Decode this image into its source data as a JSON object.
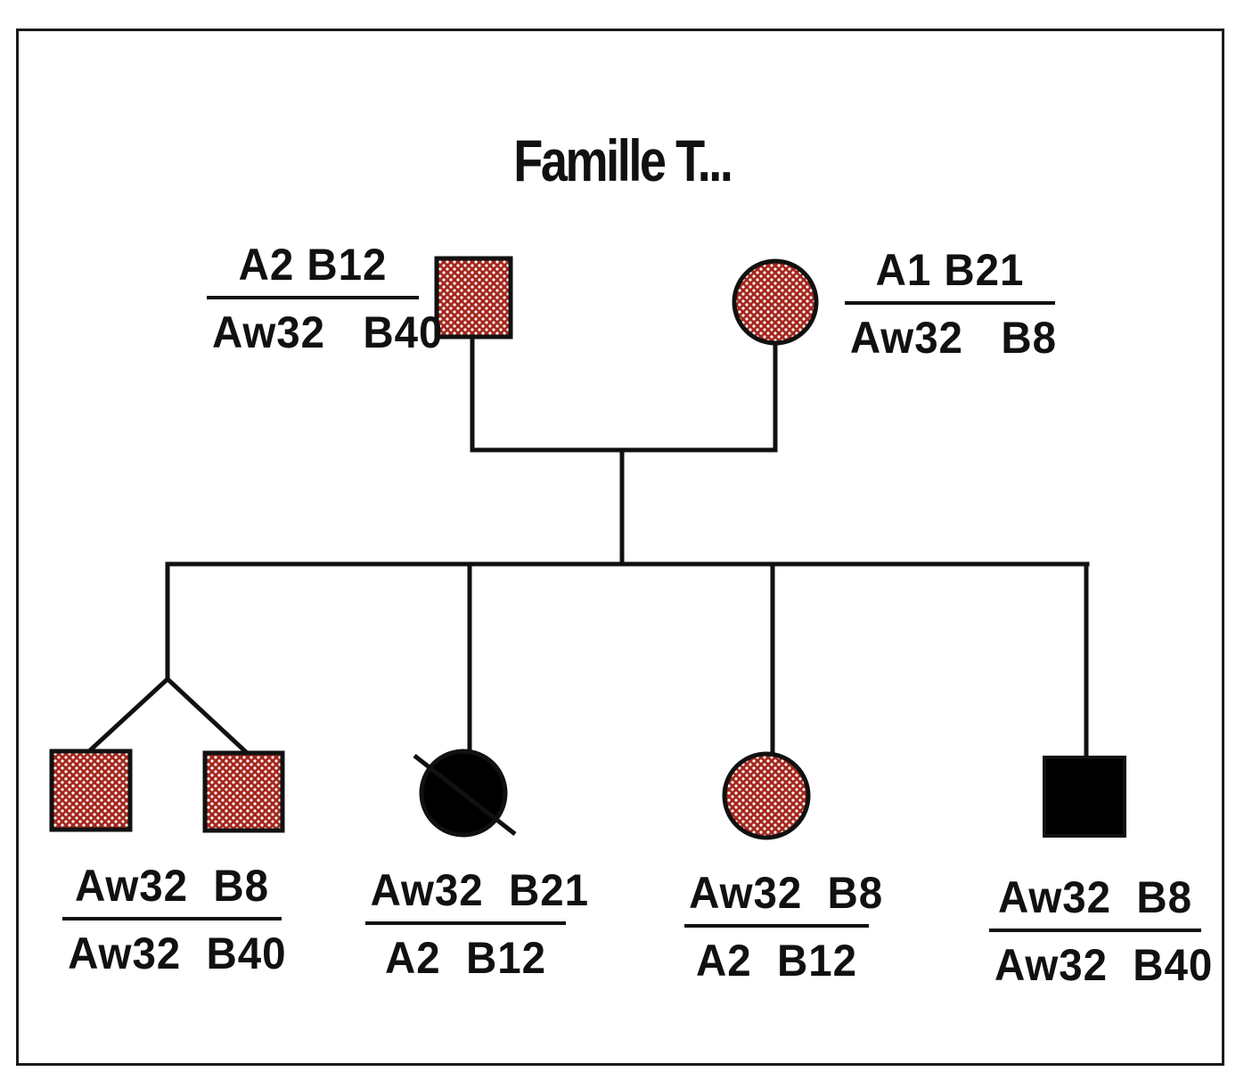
{
  "title": "Famille T...",
  "colors": {
    "carrier_fill": "#a4261c",
    "affected_fill": "#000000",
    "line": "#111111"
  },
  "parents": [
    {
      "sex": "male",
      "status": "carrier",
      "haplotype_top": "A2 B12",
      "haplotype_bottom": "Aw32   B40"
    },
    {
      "sex": "female",
      "status": "carrier",
      "haplotype_top": "A1 B21",
      "haplotype_bottom": "Aw32   B8"
    }
  ],
  "children": [
    {
      "type": "twins",
      "sex": "male",
      "status": "carrier",
      "haplotype_top": "Aw32  B8",
      "haplotype_bottom": "Aw32  B40"
    },
    {
      "sex": "female",
      "status": "affected",
      "deceased": true,
      "haplotype_top": "Aw32  B21",
      "haplotype_bottom": "A2  B12"
    },
    {
      "sex": "female",
      "status": "carrier",
      "haplotype_top": "Aw32  B8",
      "haplotype_bottom": "A2  B12"
    },
    {
      "sex": "male",
      "status": "affected",
      "haplotype_top": "Aw32  B8",
      "haplotype_bottom": "Aw32  B40"
    }
  ]
}
